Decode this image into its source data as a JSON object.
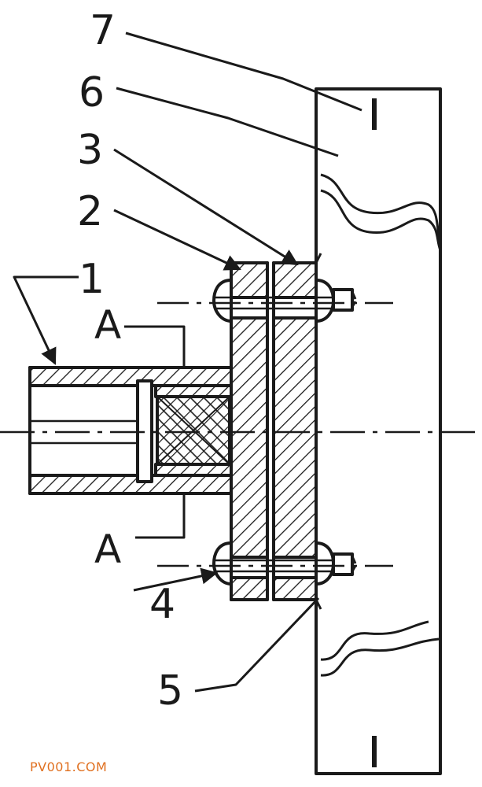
{
  "labels": {
    "part1": "1",
    "part2": "2",
    "part3": "3",
    "part4": "4",
    "part5": "5",
    "part6": "6",
    "part7": "7",
    "section_top": "A",
    "section_bottom": "A"
  },
  "watermark": "PV001.COM",
  "colors": {
    "line": "#1a1a1a",
    "background": "#ffffff",
    "watermark": "#e07020"
  }
}
